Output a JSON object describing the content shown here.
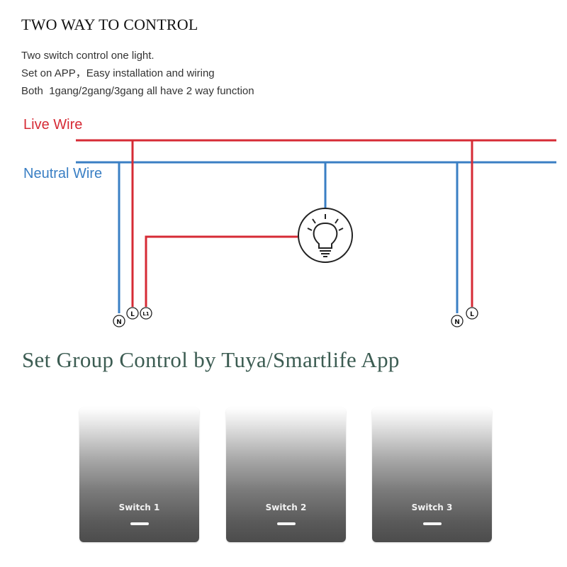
{
  "header": {
    "title": "TWO WAY TO CONTROL",
    "lines": [
      "Two switch control one light.",
      "Set on APP，Easy installation and wiring",
      "Both  1gang/2gang/3gang all have 2 way function"
    ]
  },
  "diagram": {
    "live_label": "Live Wire",
    "neutral_label": "Neutral Wire",
    "left_terminals": [
      "N",
      "L",
      "L1"
    ],
    "right_terminals": [
      "N",
      "L"
    ],
    "lamp_icon": "light-bulb-icon",
    "colors": {
      "live": "#d62b35",
      "neutral": "#3a7fc4",
      "lamp": "#222222"
    }
  },
  "group": {
    "title": "Set Group Control by Tuya/Smartlife App",
    "switches": [
      {
        "label": "Switch 1"
      },
      {
        "label": "Switch 2"
      },
      {
        "label": "Switch 3"
      }
    ]
  }
}
